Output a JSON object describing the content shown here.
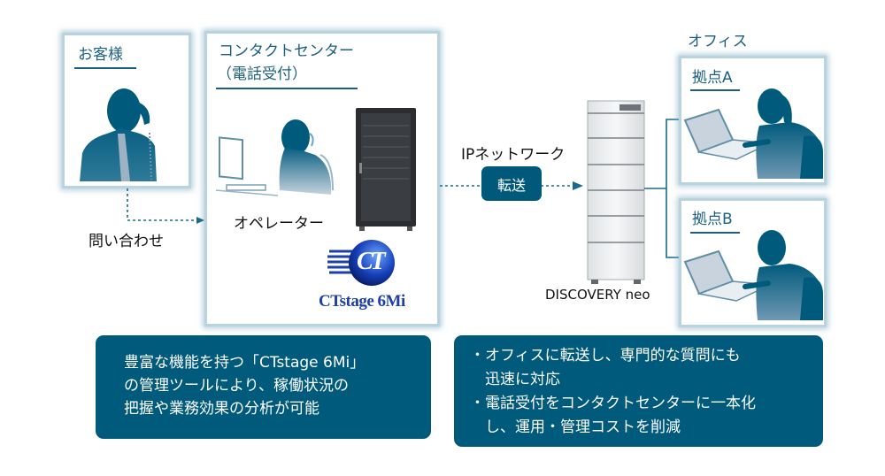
{
  "customer": {
    "title": "お客様",
    "inquiry_label": "問い合わせ"
  },
  "contact_center": {
    "title_line1": "コンタクトセンター",
    "title_line2": "（電話受付）",
    "operator_label": "オペレーター",
    "logo_text": "CTstage 6Mi",
    "logo_mark": "CT"
  },
  "network": {
    "label": "IPネットワーク",
    "transfer_label": "転送"
  },
  "device": {
    "name": "DISCOVERY neo"
  },
  "office": {
    "title": "オフィス",
    "sites": [
      {
        "label": "拠点A"
      },
      {
        "label": "拠点B"
      }
    ]
  },
  "info_boxes": {
    "left": {
      "lines": [
        "豊富な機能を持つ「CTstage 6Mi」",
        "の管理ツールにより、稼働状況の",
        "把握や業務効果の分析が可能"
      ]
    },
    "right": {
      "lines": [
        "・オフィスに転送し、専門的な質問にも",
        "　迅速に対応",
        "・電話受付をコンタクトセンターに一本化",
        "　し、運用・管理コストを削減"
      ]
    }
  },
  "colors": {
    "brand": "#005a7c",
    "panel_border": "#b9d3df",
    "title": "#1b5f80"
  }
}
